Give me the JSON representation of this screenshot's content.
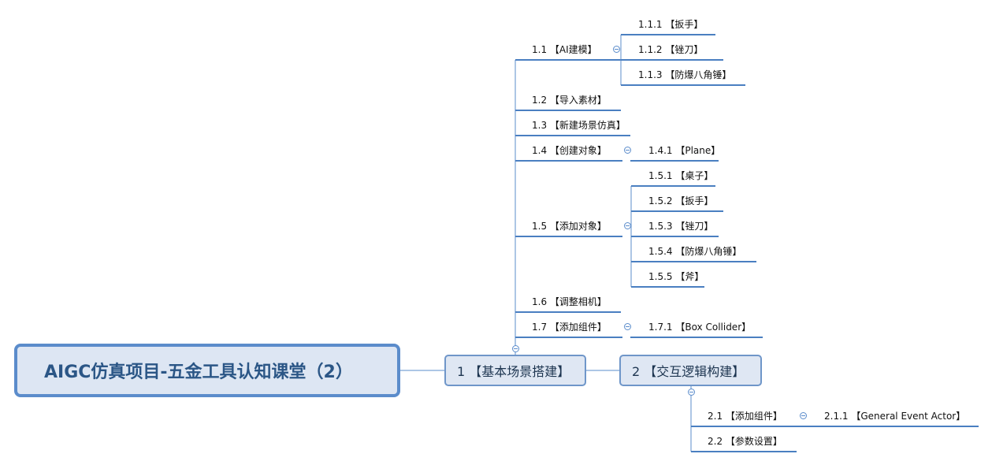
{
  "root": {
    "label": "AIGC仿真项目-五金工具认知课堂（2）"
  },
  "branches": [
    {
      "label": "1 【基本场景搭建】",
      "children": [
        {
          "label": "1.1 【AI建模】",
          "children": [
            {
              "label": "1.1.1 【扳手】"
            },
            {
              "label": "1.1.2 【锉刀】"
            },
            {
              "label": "1.1.3 【防爆八角锤】"
            }
          ]
        },
        {
          "label": "1.2 【导入素材】"
        },
        {
          "label": "1.3 【新建场景仿真】"
        },
        {
          "label": "1.4 【创建对象】",
          "children": [
            {
              "label": "1.4.1 【Plane】"
            }
          ]
        },
        {
          "label": "1.5 【添加对象】",
          "children": [
            {
              "label": "1.5.1 【桌子】"
            },
            {
              "label": "1.5.2 【扳手】"
            },
            {
              "label": "1.5.3 【锉刀】"
            },
            {
              "label": "1.5.4 【防爆八角锤】"
            },
            {
              "label": "1.5.5 【斧】"
            }
          ]
        },
        {
          "label": "1.6 【调整相机】"
        },
        {
          "label": "1.7 【添加组件】",
          "children": [
            {
              "label": "1.7.1 【Box Collider】"
            }
          ]
        }
      ]
    },
    {
      "label": "2 【交互逻辑构建】",
      "children": [
        {
          "label": "2.1 【添加组件】",
          "children": [
            {
              "label": "2.1.1 【General Event Actor】"
            }
          ]
        },
        {
          "label": "2.2 【参数设置】"
        }
      ]
    }
  ],
  "colors": {
    "line": "#5b8ccb",
    "underline": "#4a7fc1"
  }
}
